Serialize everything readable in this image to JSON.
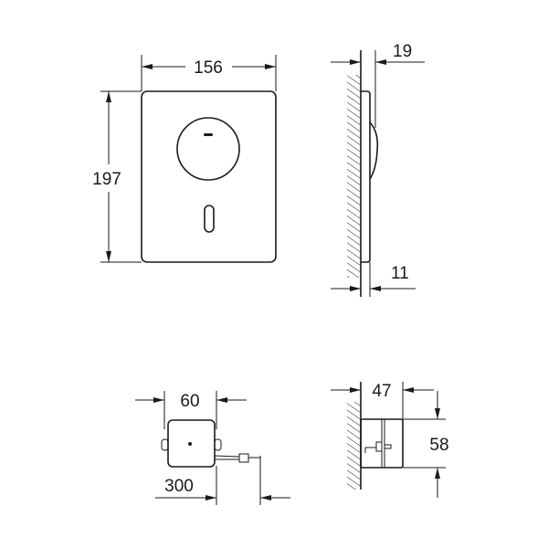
{
  "dimensions": {
    "plate_width": "156",
    "plate_height": "197",
    "total_depth": "19",
    "plate_depth": "11",
    "box_width": "60",
    "cable_length": "300",
    "box_depth": "47",
    "box_height": "58"
  },
  "colors": {
    "line": "#1a1a1a",
    "background": "#ffffff"
  }
}
